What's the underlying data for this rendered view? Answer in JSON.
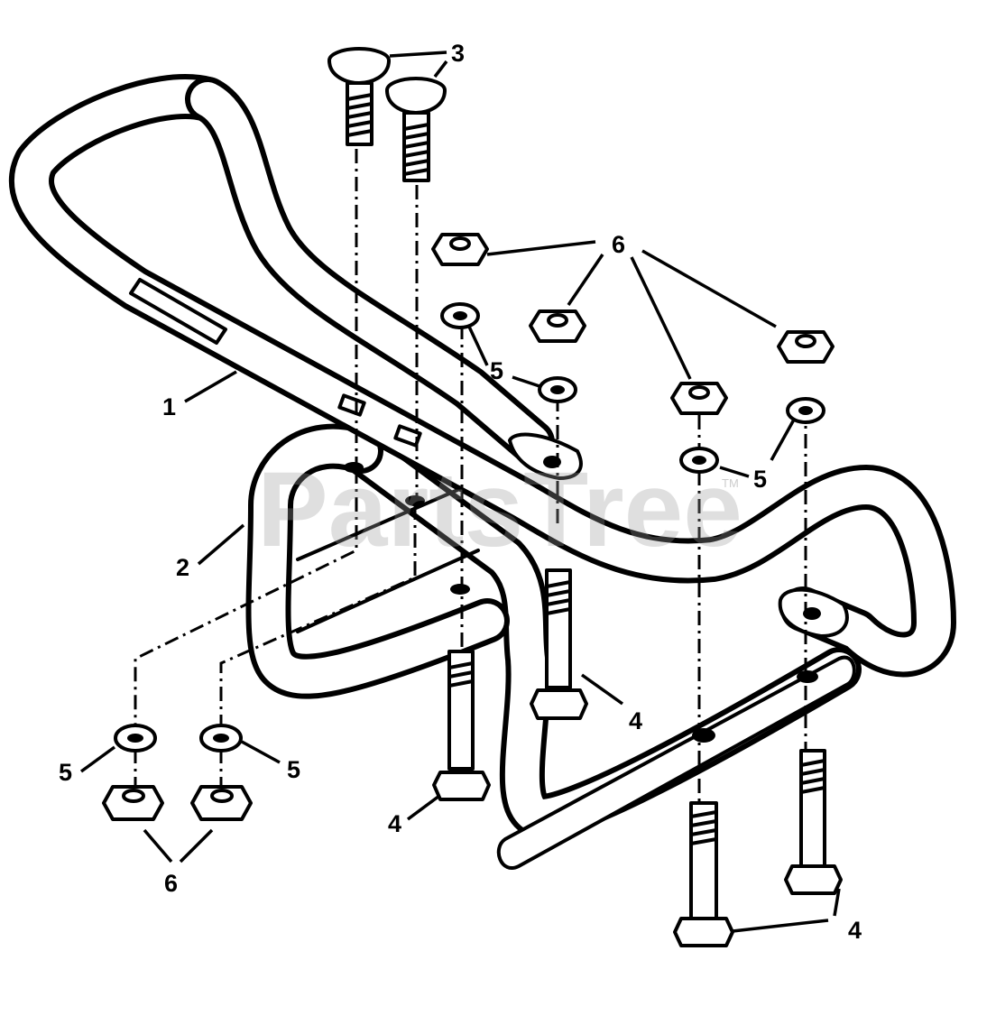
{
  "diagram": {
    "callouts": {
      "c1": "1",
      "c2": "2",
      "c3": "3",
      "c4a": "4",
      "c4b": "4",
      "c4c": "4",
      "c5a": "5",
      "c5b": "5",
      "c5c": "5",
      "c5d": "5",
      "c6a": "6",
      "c6b": "6"
    },
    "watermark": {
      "text": "PartsTree",
      "tm": "TM"
    }
  }
}
